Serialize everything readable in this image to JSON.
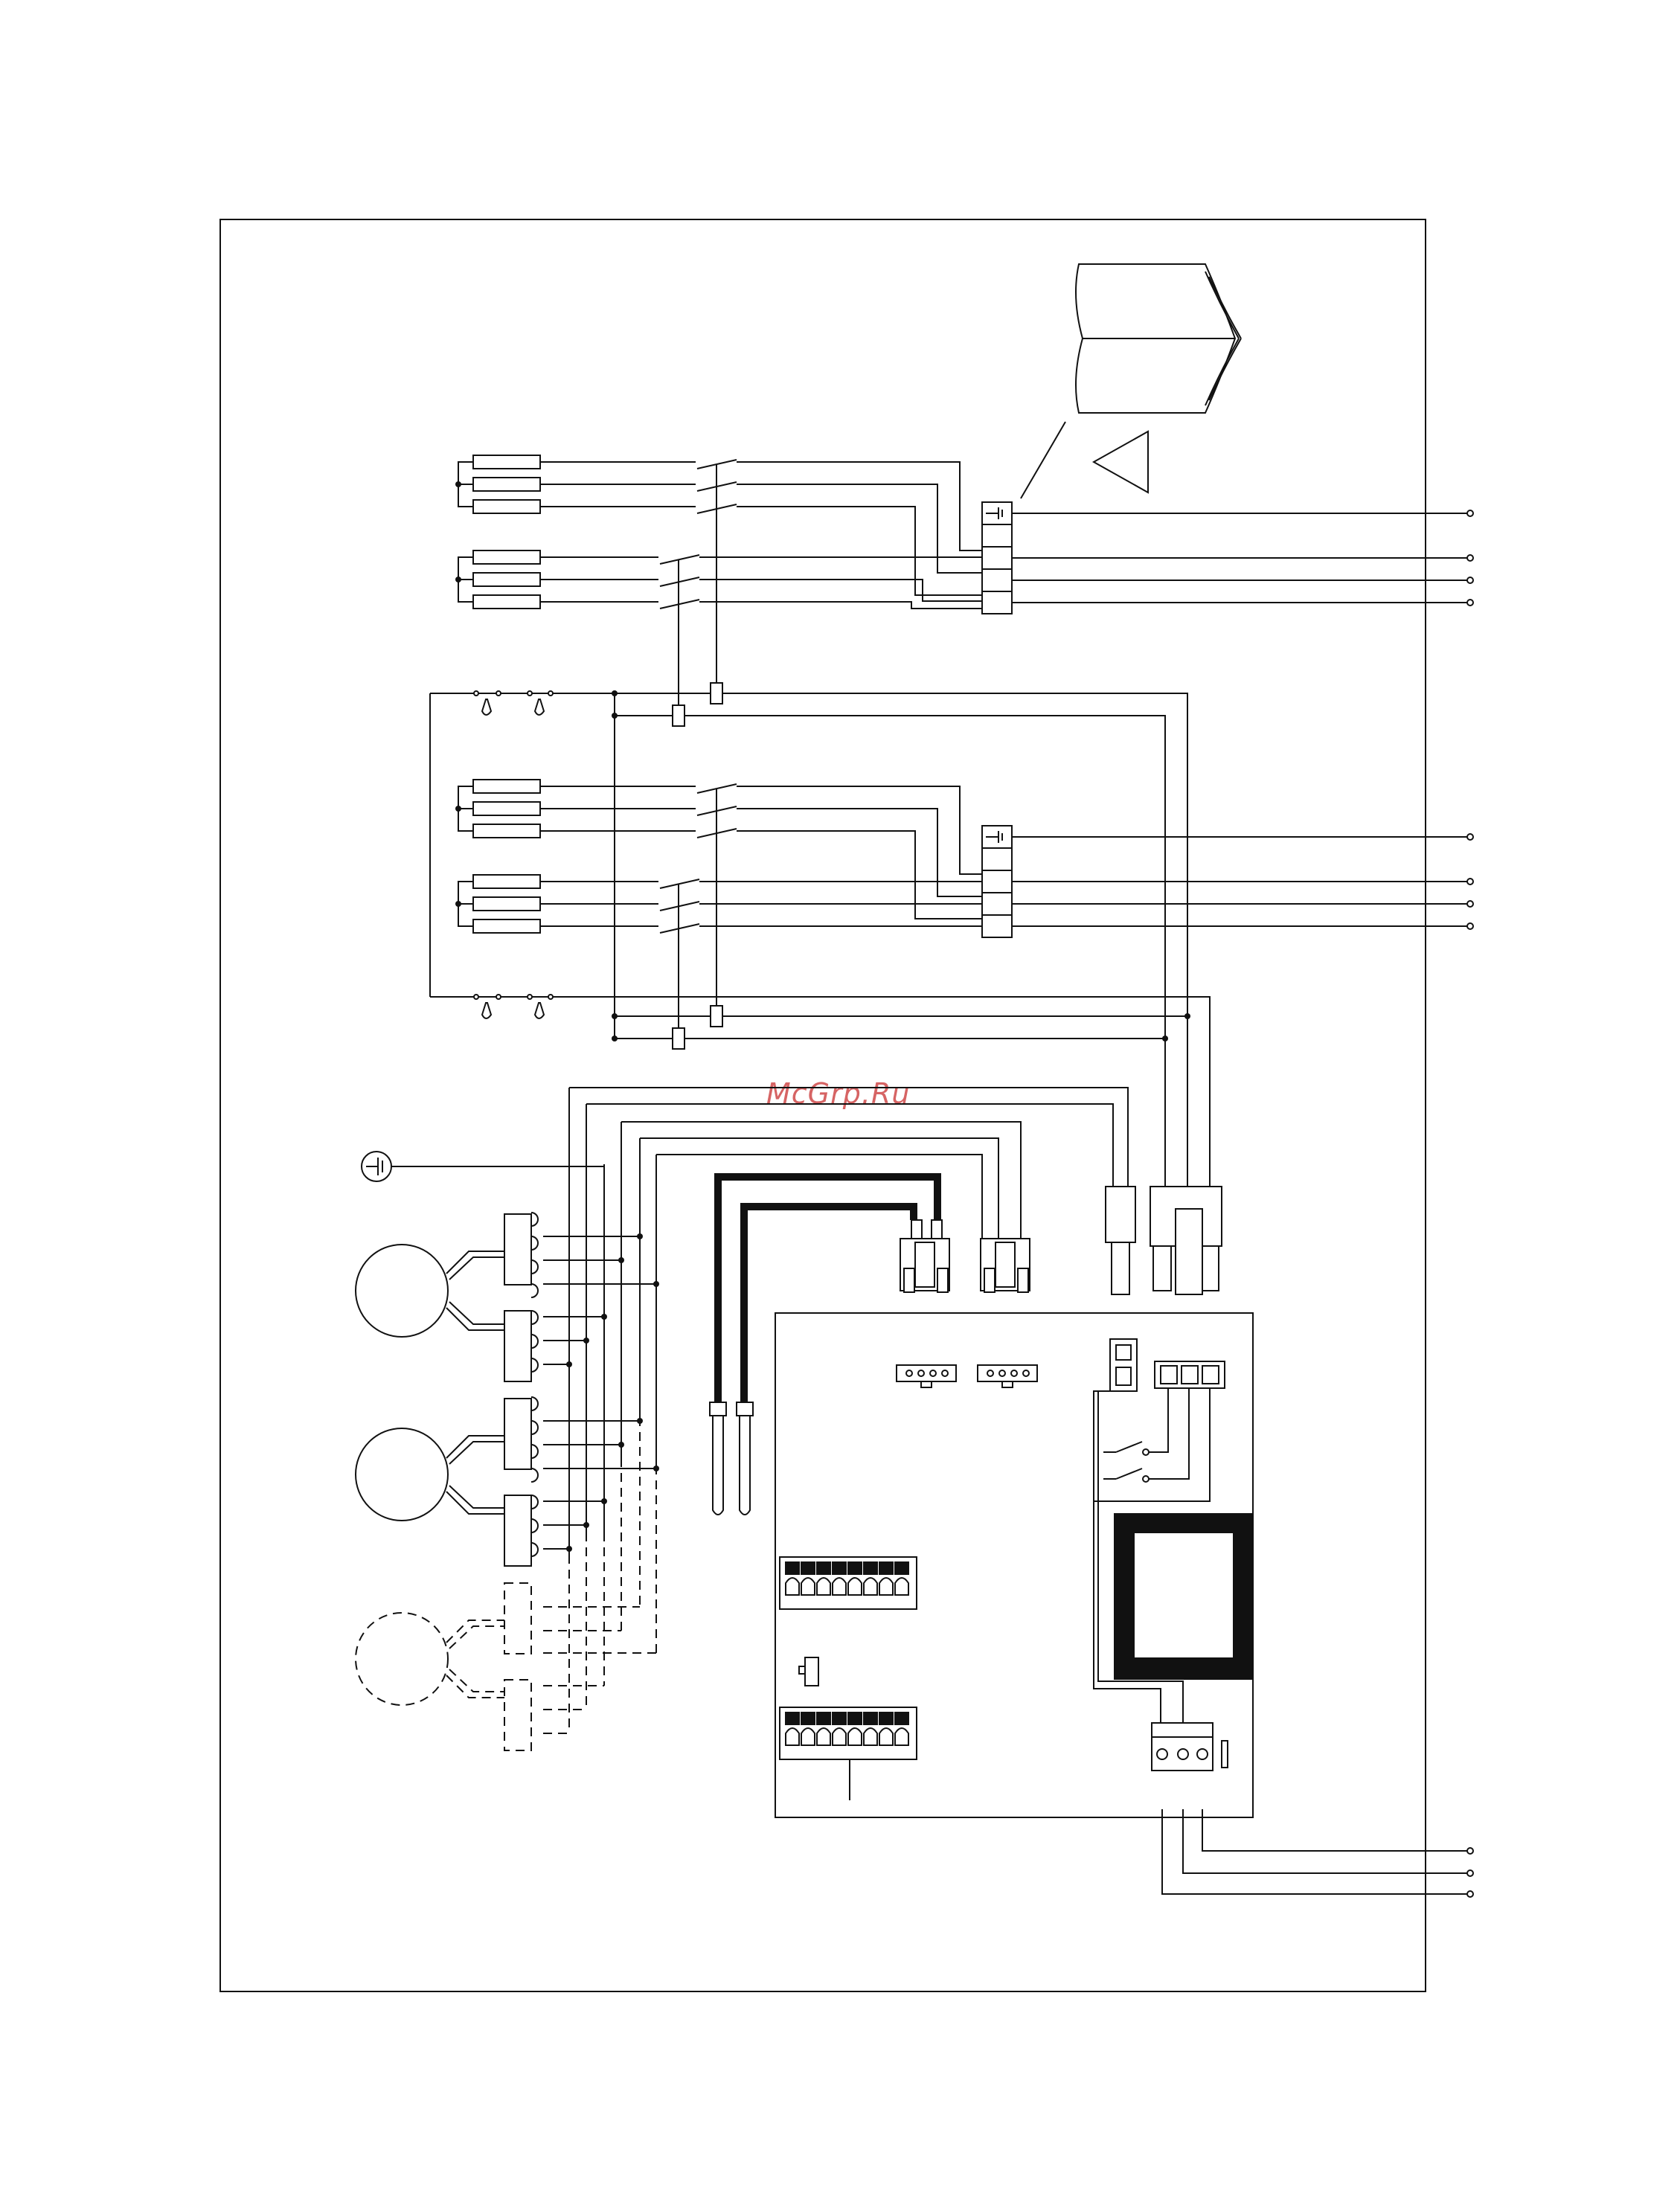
{
  "watermark": {
    "text": "McGrp.Ru",
    "color": "#d04a4a"
  },
  "icons": {
    "manual": "open-book-icon",
    "warning": "warning-triangle-icon",
    "ground": "ground-symbol-icon"
  },
  "diagram": {
    "heater_groups": 4,
    "motors_solid": 2,
    "motors_optional": 1,
    "output_terminals": 11
  }
}
